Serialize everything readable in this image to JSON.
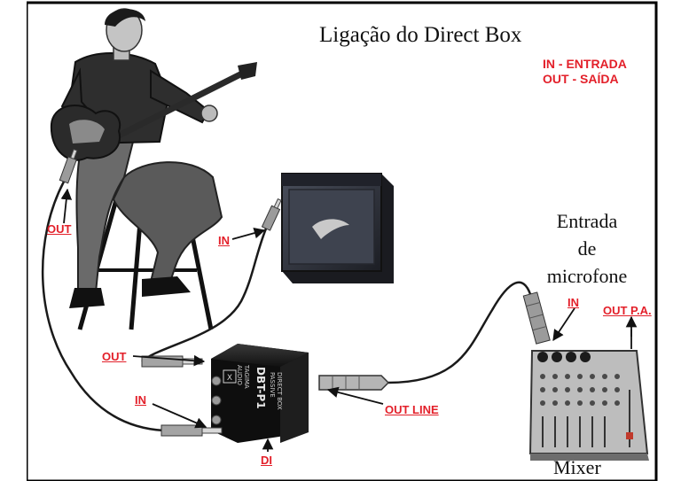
{
  "title": "Ligação do Direct Box",
  "legend": {
    "in_line": "IN - ENTRADA",
    "out_line": "OUT - SAÍDA"
  },
  "labels": {
    "guitar_out": "OUT",
    "amp_in": "IN",
    "dibox_out": "OUT",
    "dibox_in": "IN",
    "out_line": "OUT LINE",
    "di": "DI",
    "mixer_in": "IN",
    "mixer_out_pa": "OUT P.A."
  },
  "mic_input": {
    "line1": "Entrada",
    "line2": "de",
    "line3": "microfone"
  },
  "mixer_label": "Mixer",
  "direct_box": {
    "brand_line1": "TAGIMA",
    "brand_line2": "AUDIO",
    "model": "DBT-P1",
    "type_line1": "PASSIVE",
    "type_line2": "DIRECT BOX"
  },
  "colors": {
    "label_red": "#e3202a",
    "frame": "#000000",
    "cable": "#1a1a1a"
  },
  "icons": [
    "guitarist-figure",
    "guitar-amp-icon",
    "direct-box-icon",
    "mixer-icon",
    "jack-plug-icon",
    "xlr-connector-icon"
  ]
}
